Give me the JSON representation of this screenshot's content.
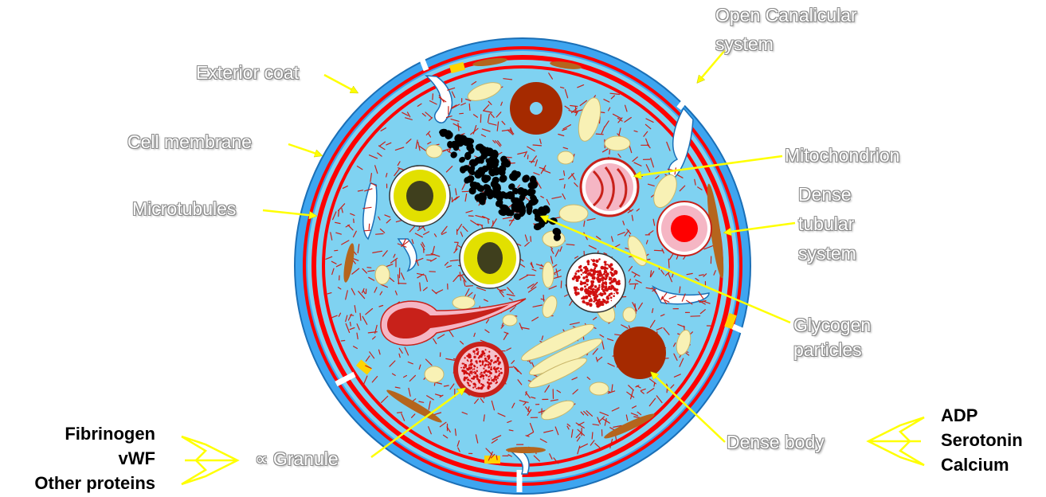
{
  "labels": {
    "exterior_coat": "Exterior coat",
    "cell_membrane": "Cell membrane",
    "microtubules": "Microtubules",
    "open_canalicular_line1": "Open Canalicular",
    "open_canalicular_line2": "system",
    "mitochondrion": "Mitochondrion",
    "dense_tubular_line1": "Dense",
    "dense_tubular_line2": "tubular",
    "dense_tubular_line3": "system",
    "glycogen_line1": "Glycogen",
    "glycogen_line2": "particles",
    "dense_body": "Dense body",
    "alpha_symbol": "∝",
    "granule": "Granule"
  },
  "alpha_contents": [
    "Fibrinogen",
    "vWF",
    "Other proteins"
  ],
  "dense_contents": [
    "ADP",
    "Serotonin",
    "Calcium"
  ],
  "colors": {
    "exterior": "#3ea5f0",
    "cytoplasm": "#7fd2f1",
    "membrane": "#ff0000",
    "pointer": "#ffff00",
    "dense_body": "#a52a00",
    "granule_yellow": "#d9d900",
    "glycogen": "#000000"
  }
}
